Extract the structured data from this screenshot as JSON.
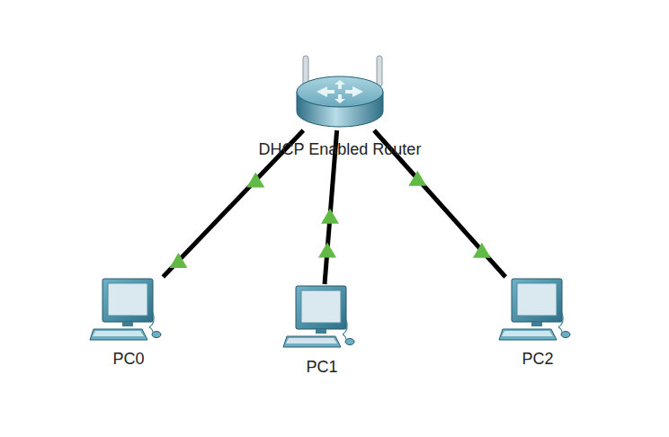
{
  "diagram": {
    "nodes": [
      {
        "text": [
          "DHCP Enabled Router"
        ]
      },
      {
        "text": [
          "PC0"
        ]
      },
      {
        "text": [
          "PC1"
        ]
      },
      {
        "text": [
          "PC2"
        ]
      }
    ],
    "edges": [
      {
        "from": 0,
        "to": 1,
        "arrow": "none"
      },
      {
        "from": 0,
        "to": 2,
        "arrow": "none"
      },
      {
        "from": 0,
        "to": 3,
        "arrow": "none"
      }
    ]
  }
}
